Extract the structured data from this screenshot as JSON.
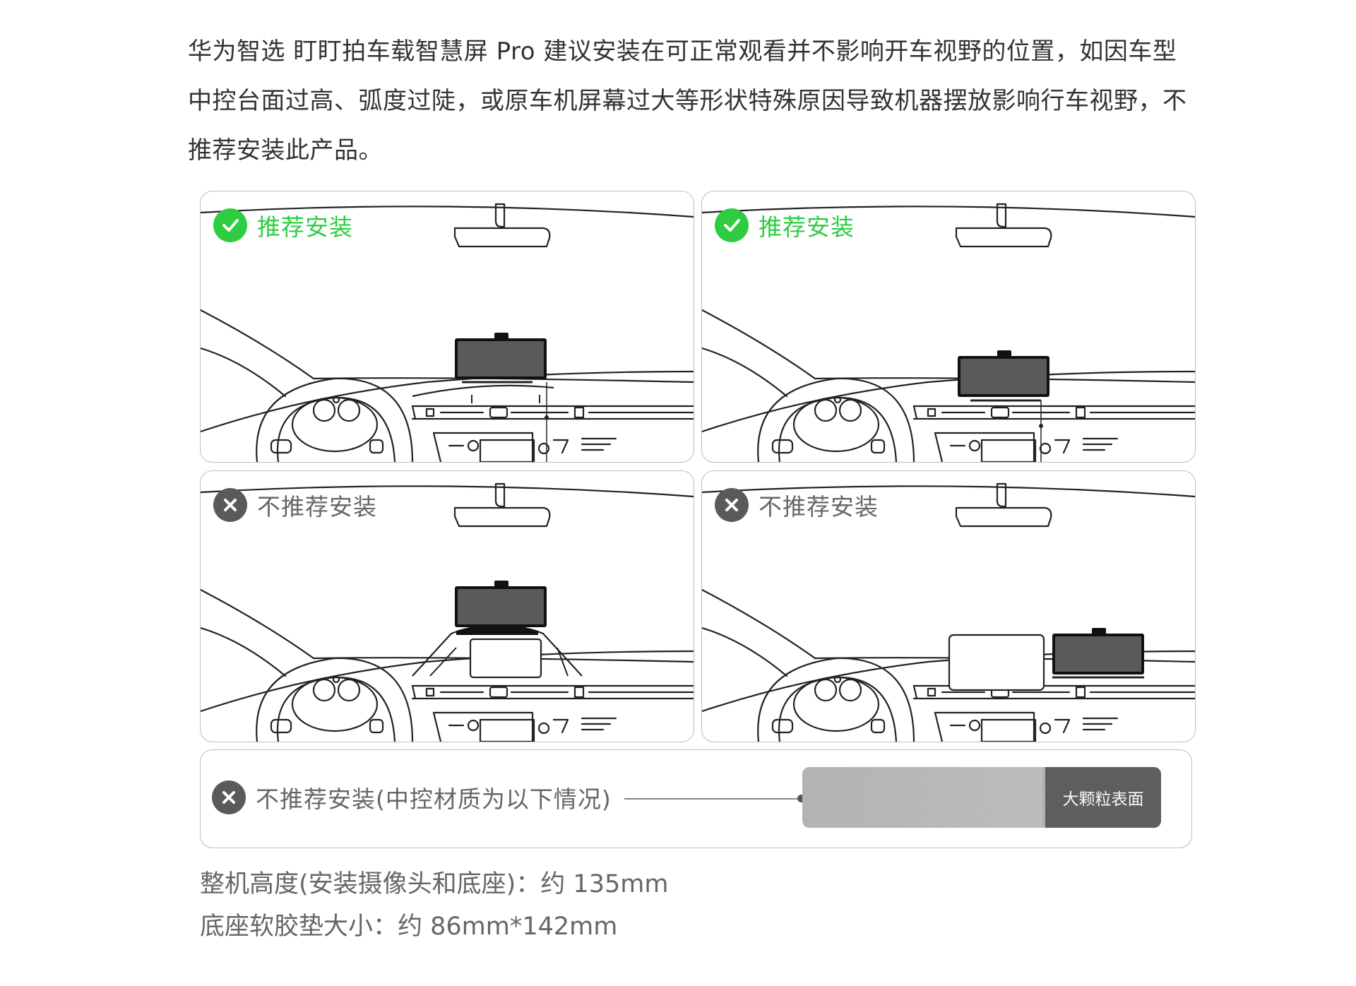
{
  "intro": {
    "line1": "华为智选 盯盯拍车载智慧屏 Pro 建议安装在可正常观看并不影响开车视野的位置，如因车型",
    "line2": "中控台面过高、弧度过陡，或原车机屏幕过大等形状特殊原因导致机器摆放影响行车视野，不",
    "line3": "推荐安装此产品。"
  },
  "panels": [
    {
      "label": "推荐安装",
      "status": "recommended"
    },
    {
      "label": "推荐安装",
      "status": "recommended"
    },
    {
      "label": "不推荐安装",
      "status": "not-recommended"
    },
    {
      "label": "不推荐安装",
      "status": "not-recommended"
    }
  ],
  "material": {
    "label": "不推荐安装(中控材质为以下情况)",
    "surface_label": "大颗粒表面"
  },
  "specs": {
    "height": "整机高度(安装摄像头和底座)：约 135mm",
    "pad": "底座软胶垫大小：约 86mm*142mm"
  },
  "colors": {
    "recommended": "#2ecc40",
    "not_recommended": "#5a5a5a"
  },
  "icons": {
    "recommended": "check-icon",
    "not_recommended": "cross-icon"
  }
}
